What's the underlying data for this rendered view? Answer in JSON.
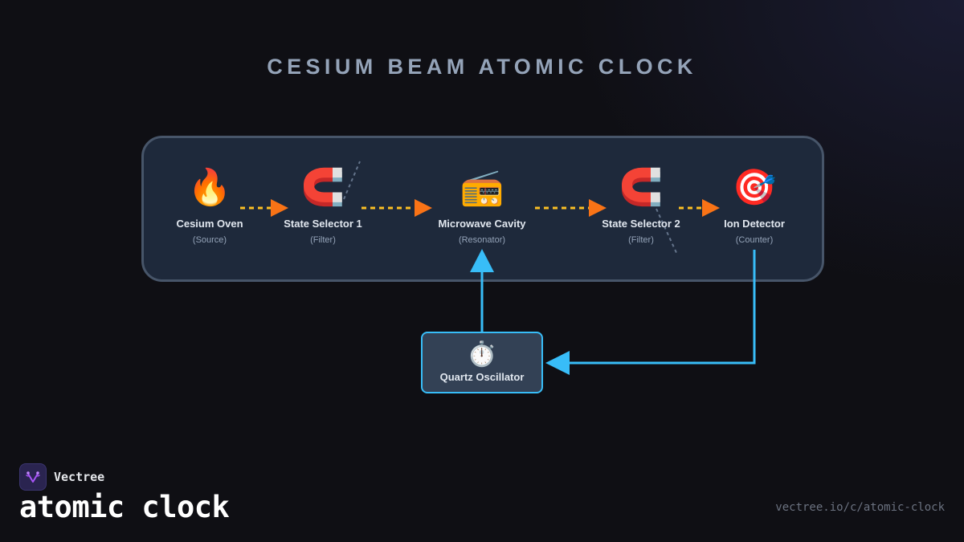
{
  "title": "CESIUM BEAM ATOMIC CLOCK",
  "colors": {
    "background": "#0f0f14",
    "panel_fill": "#1e293b",
    "panel_border": "#475569",
    "beam_dash": "#fbbf24",
    "beam_arrow": "#f97316",
    "feedback": "#38bdf8",
    "deflect_dash": "#64748b"
  },
  "nodes": [
    {
      "id": "oven",
      "icon": "fire-icon",
      "glyph": "🔥",
      "label": "Cesium Oven",
      "sub": "(Source)"
    },
    {
      "id": "selector1",
      "icon": "magnet-icon",
      "glyph": "🧲",
      "label": "State Selector 1",
      "sub": "(Filter)"
    },
    {
      "id": "cavity",
      "icon": "radio-icon",
      "glyph": "📻",
      "label": "Microwave Cavity",
      "sub": "(Resonator)"
    },
    {
      "id": "selector2",
      "icon": "magnet-icon",
      "glyph": "🧲",
      "label": "State Selector 2",
      "sub": "(Filter)"
    },
    {
      "id": "detector",
      "icon": "target-icon",
      "glyph": "🎯",
      "label": "Ion Detector",
      "sub": "(Counter)"
    }
  ],
  "oscillator": {
    "icon": "stopwatch-icon",
    "glyph": "⏱️",
    "label": "Quartz Oscillator"
  },
  "edges": [
    {
      "from": "oven",
      "to": "selector1",
      "style": "beam"
    },
    {
      "from": "selector1",
      "to": "cavity",
      "style": "beam"
    },
    {
      "from": "cavity",
      "to": "selector2",
      "style": "beam"
    },
    {
      "from": "selector2",
      "to": "detector",
      "style": "beam"
    },
    {
      "from": "detector",
      "to": "oscillator",
      "style": "feedback"
    },
    {
      "from": "oscillator",
      "to": "cavity",
      "style": "feedback"
    }
  ],
  "footer": {
    "brand": "Vectree",
    "name": "atomic clock",
    "url": "vectree.io/c/atomic-clock"
  }
}
